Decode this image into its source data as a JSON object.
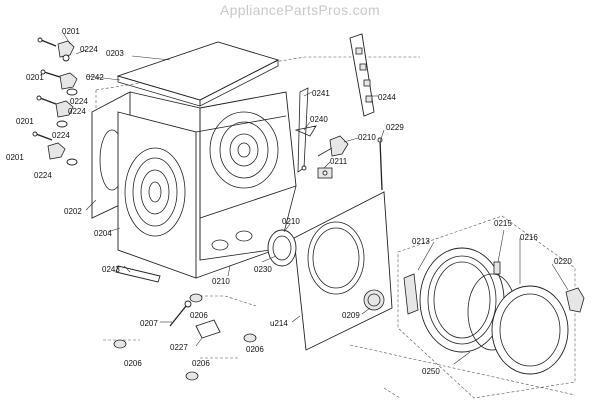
{
  "watermark": "AppliancePartsPros.com",
  "labels": {
    "l0201a": "0201",
    "l0201b": "0201",
    "l0201c": "0201",
    "l0201d": "0201",
    "l0224a": "0224",
    "l0224b": "0224",
    "l0224c": "0224",
    "l0224d": "0224",
    "l0224e": "0224",
    "l0203": "0203",
    "l0242": "0242",
    "l0241": "0241",
    "l0244": "0244",
    "l0240": "0240",
    "l0210a": "0210",
    "l0210b": "0210",
    "l0210c": "0210",
    "l0229": "0229",
    "l0211": "0211",
    "l0202": "0202",
    "l0204": "0204",
    "l0243": "0243",
    "l0230": "0230",
    "l0213": "0213",
    "l0215": "0215",
    "l0216": "0216",
    "l0220": "0220",
    "l0207": "0207",
    "l0206a": "0206",
    "l0206b": "0206",
    "l0206c": "0206",
    "l0206d": "0206",
    "l0227": "0227",
    "l0209": "0209",
    "lu214": "u214",
    "l0250": "0250"
  }
}
